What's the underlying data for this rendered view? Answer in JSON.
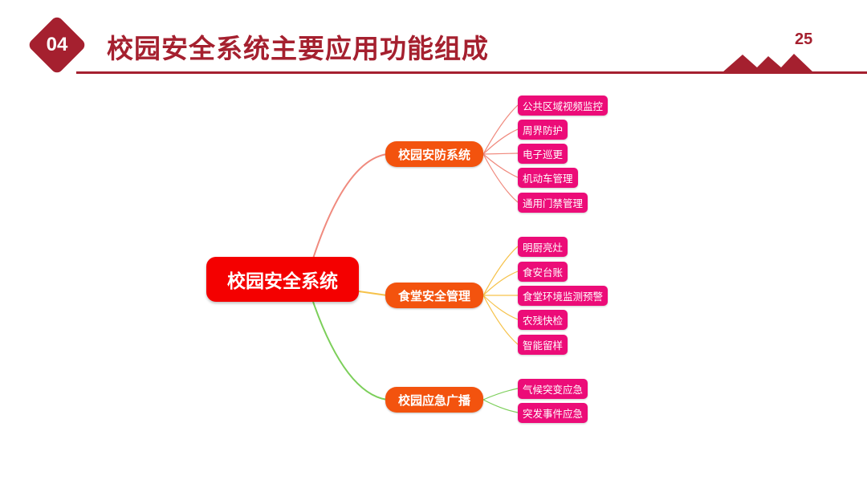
{
  "header": {
    "badge_number": "04",
    "title": "校园安全系统主要应用功能组成",
    "page_number": "25"
  },
  "colors": {
    "brand": "#a5202f",
    "root": "#f40000",
    "branch": "#f3530e",
    "leaf": "#ec0c78",
    "line_security": "#f08a7e",
    "line_food": "#f6c24a",
    "line_broadcast": "#7ccf5a"
  },
  "mindmap": {
    "root": "校园安全系统",
    "branches": [
      {
        "label": "校园安防系统",
        "items": [
          "公共区域视频监控",
          "周界防护",
          "电子巡更",
          "机动车管理",
          "通用门禁管理"
        ]
      },
      {
        "label": "食堂安全管理",
        "items": [
          "明厨亮灶",
          "食安台账",
          "食堂环境监测预警",
          "农残快检",
          "智能留样"
        ]
      },
      {
        "label": "校园应急广播",
        "items": [
          "气候突变应急",
          "突发事件应急"
        ]
      }
    ]
  }
}
